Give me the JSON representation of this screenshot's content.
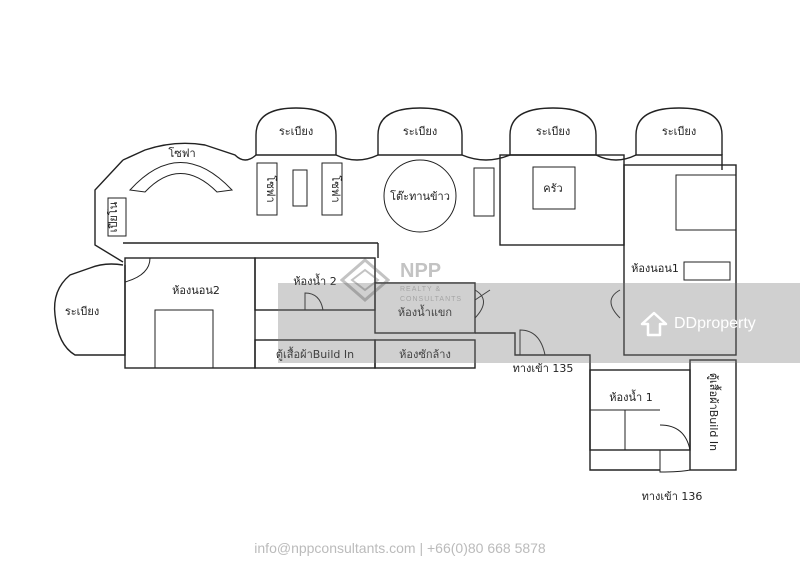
{
  "rooms": {
    "balcony_1": "ระเบียง",
    "balcony_2": "ระเบียง",
    "balcony_3": "ระเบียง",
    "balcony_4": "ระเบียง",
    "balcony_left": "ระเบียง",
    "sofa_top": "โซฟา",
    "sofa_v1": "โซฟา",
    "sofa_v2": "โซฟา",
    "piano": "เปียโน",
    "dining_table": "โต๊ะทานข้าว",
    "kitchen": "ครัว",
    "bedroom_2": "ห้องนอน2",
    "bathroom_2": "ห้องน้ำ 2",
    "guest_bathroom": "ห้องน้ำแขก",
    "wardrobe_left": "ตู้เสื้อผ้าBuild In",
    "laundry": "ห้องซักล้าง",
    "entrance_135": "ทางเข้า 135",
    "bedroom_1": "ห้องนอน1",
    "bathroom_1": "ห้องน้ำ 1",
    "wardrobe_right": "ตู้เสื้อผ้าBuild In",
    "entrance_136": "ทางเข้า 136"
  },
  "watermarks": {
    "ddproperty": "DDproperty",
    "npp_big": "NPP",
    "npp_line1": "REALTY &",
    "npp_line2": "CONSULTANTS"
  },
  "footer": {
    "contact": "info@nppconsultants.com | +66(0)80 668 5878"
  }
}
